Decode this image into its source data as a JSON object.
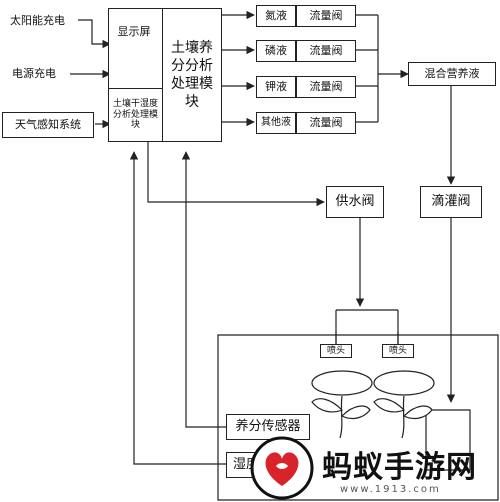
{
  "inputs": {
    "solar": "太阳能充电",
    "power": "电源充电",
    "weather": "天气感知系统"
  },
  "controller": {
    "display": "显示屏",
    "humidity_module": "土壤干湿度分析处理模块",
    "nutrient_module": "土壤养分分析处理模块"
  },
  "liquids": [
    {
      "name": "氮液",
      "valve": "流量阀"
    },
    {
      "name": "磷液",
      "valve": "流量阀"
    },
    {
      "name": "钾液",
      "valve": "流量阀"
    },
    {
      "name": "其他液",
      "valve": "流量阀"
    }
  ],
  "mixer": "混合营养液",
  "water_valve": "供水阀",
  "drip_valve": "滴灌阀",
  "nozzles": [
    "喷头",
    "喷头"
  ],
  "sensors": {
    "nutrient": "养分传感器",
    "humidity": "湿度"
  },
  "watermark": {
    "brand": "蚂蚁手游网",
    "url": "www.1913.com",
    "colors": {
      "red": "#d8232a",
      "dark": "#111111"
    }
  }
}
